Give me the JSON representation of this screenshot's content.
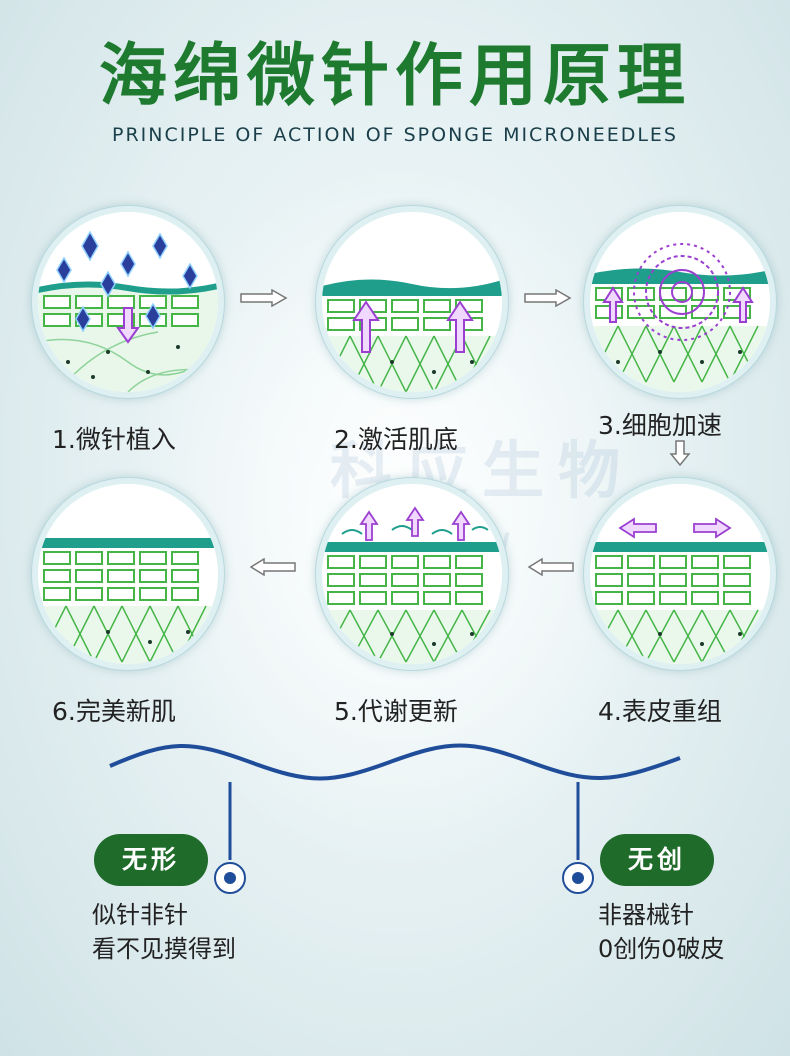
{
  "title": "海绵微针作用原理",
  "subtitle": "PRINCIPLE OF ACTION OF SPONGE MICRONEEDLES",
  "watermark": "科应生物",
  "watermark_sub": "GSW",
  "steps": [
    {
      "label": "1.微针植入"
    },
    {
      "label": "2.激活肌底"
    },
    {
      "label": "3.细胞加速"
    },
    {
      "label": "4.表皮重组"
    },
    {
      "label": "5.代谢更新"
    },
    {
      "label": "6.完美新肌"
    }
  ],
  "features": [
    {
      "badge": "无形",
      "lines": [
        "似针非针",
        "看不见摸得到"
      ]
    },
    {
      "badge": "无创",
      "lines": [
        "非器械针",
        "0创伤0破皮"
      ]
    }
  ],
  "colors": {
    "title_green": "#1d7a2e",
    "badge_green": "#1e6b2a",
    "skin_teal": "#1f9e8c",
    "cell_green": "#46b548",
    "needle_blue": "#2a3f9c",
    "arrow_purple": "#9b3fd0",
    "wave_blue": "#1f4d99"
  }
}
